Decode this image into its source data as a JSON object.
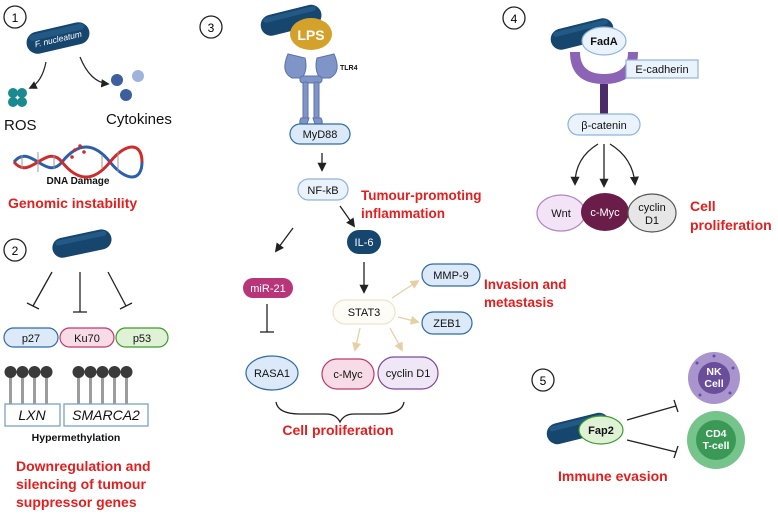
{
  "colors": {
    "bacterium": "#16456e",
    "emphasis_red": "#e31e1e",
    "pill_blue_fill": "#dbe9f8",
    "pill_blue_stroke": "#2f6aa8",
    "pill_pink_fill": "#f7dbe6",
    "pill_pink_stroke": "#c0396b",
    "pill_green_fill": "#dff2d6",
    "pill_green_stroke": "#3e9a2e",
    "mir21_fill": "#b8357a",
    "lps_fill": "#d4a12a",
    "tlr4_fill": "#7f95c8",
    "cmyc_fill": "#6b1d4a",
    "wnt_fill": "#f3e3f6",
    "nk_fill": "#8f75b8",
    "tcell_fill": "#4fae6a"
  },
  "panel1": {
    "number": "1",
    "bacterium_label": "F. nucleatum",
    "ros_label": "ROS",
    "cytokines_label": "Cytokines",
    "dna_damage_label": "DNA Damage",
    "outcome": "Genomic instability"
  },
  "panel2": {
    "number": "2",
    "genes": [
      "p27",
      "Ku70",
      "p53"
    ],
    "methylated_genes": [
      "LXN",
      "SMARCA2"
    ],
    "hypermethylation_label": "Hypermethylation",
    "outcome_lines": [
      "Downregulation and",
      "silencing of tumour",
      "suppressor genes"
    ]
  },
  "panel3": {
    "number": "3",
    "lps_label": "LPS",
    "tlr4_label": "TLR4",
    "myd88_label": "MyD88",
    "nfkb_label": "NF-kB",
    "inflammation_lines": [
      "Tumour-promoting",
      "inflammation"
    ],
    "il6_label": "IL-6",
    "mir21_label": "miR-21",
    "rasa1_label": "RASA1",
    "stat3_label": "STAT3",
    "mmp9_label": "MMP-9",
    "zeb1_label": "ZEB1",
    "cmyc_label": "c-Myc",
    "cyclin_label": "cyclin D1",
    "invasion_lines": [
      "Invasion and",
      "metastasis"
    ],
    "outcome": "Cell proliferation"
  },
  "panel4": {
    "number": "4",
    "fada_label": "FadA",
    "ecadherin_label": "E-cadherin",
    "betacatenin_label": "β-catenin",
    "wnt_label": "Wnt",
    "cmyc_label": "c-Myc",
    "cyclin_lines": [
      "cyclin",
      "D1"
    ],
    "outcome_lines": [
      "Cell",
      "proliferation"
    ]
  },
  "panel5": {
    "number": "5",
    "fap2_label": "Fap2",
    "nk_lines": [
      "NK",
      "Cell"
    ],
    "tcell_lines": [
      "CD4",
      "T-cell"
    ],
    "outcome": "Immune evasion"
  }
}
